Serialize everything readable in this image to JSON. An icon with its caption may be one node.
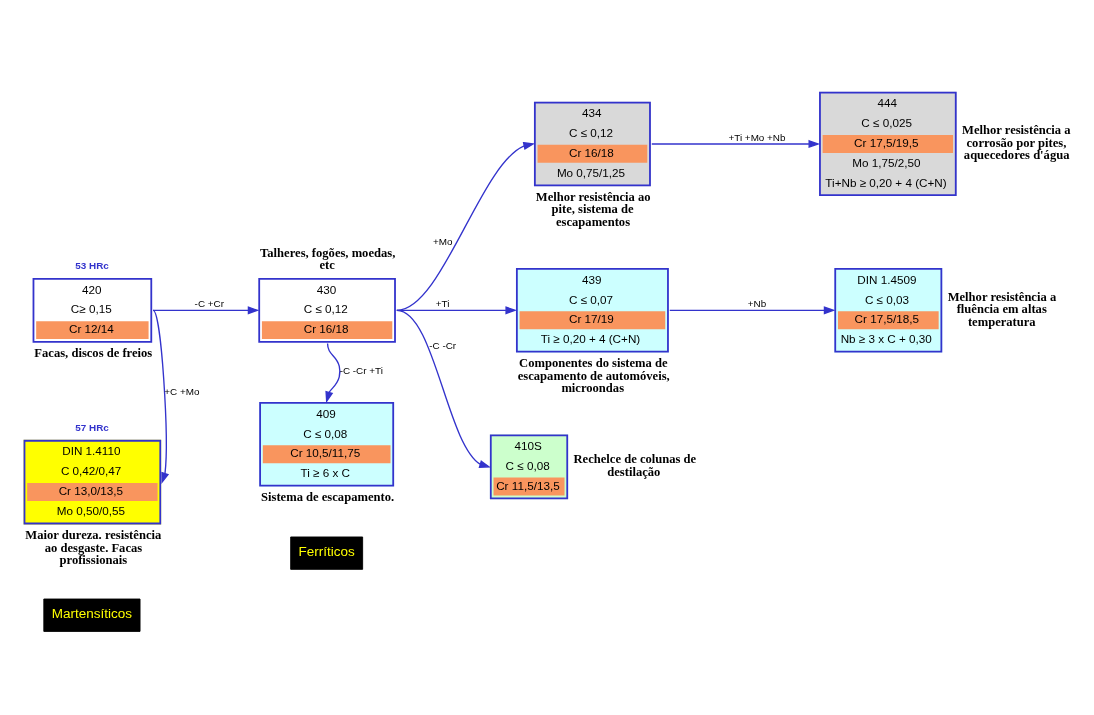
{
  "diagram": {
    "nodes": [
      {
        "text": [
          "420",
          "C≥ 0,15",
          "Cr 12/14"
        ],
        "beside": [
          "53 HRc",
          "Facas, discos de freios"
        ]
      },
      {
        "text": [
          "DIN 1.4110",
          "C 0,42/0,47",
          "Cr 13,0/13,5",
          "Mo 0,50/0,55"
        ],
        "beside": [
          "57 HRc",
          "Maior dureza. resistência ao desgaste. Facas profissionais"
        ]
      },
      {
        "text": [
          "430",
          "C ≤ 0,12",
          "Cr 16/18"
        ],
        "beside": [
          "Talheres, fogões, moedas, etc"
        ]
      },
      {
        "text": [
          "434",
          "C ≤ 0,12",
          "Cr 16/18",
          "Mo 0,75/1,25"
        ],
        "beside": [
          "Melhor resistência ao pite, sistema de escapamentos"
        ]
      },
      {
        "text": [
          "444",
          "C ≤ 0,025",
          "Cr 17,5/19,5",
          "Mo 1,75/2,50",
          "Ti+Nb ≥ 0,20 + 4 (C+N)"
        ],
        "beside": [
          "Melhor resistência a corrosão por pites, aquecedores d'água"
        ]
      },
      {
        "text": [
          "439",
          "C ≤ 0,07",
          "Cr 17/19",
          "Ti ≥ 0,20 + 4 (C+N)"
        ],
        "beside": [
          "Componentes do sistema de escapamento de automóveis, microondas"
        ]
      },
      {
        "text": [
          "DIN 1.4509",
          "C ≤ 0,03",
          "Cr 17,5/18,5",
          "Nb ≥ 3 x C + 0,30"
        ],
        "beside": [
          "Melhor resistência a fluência em altas temperatura"
        ]
      },
      {
        "text": [
          "409",
          "C ≤ 0,08",
          "Cr 10,5/11,75",
          "Ti ≥ 6 x C"
        ],
        "beside": [
          "Sistema de escapamento."
        ]
      },
      {
        "text": [
          "410S",
          "C ≤ 0,08",
          "Cr 11,5/13,5"
        ],
        "beside": [
          "Rechelce de colunas de destilação"
        ]
      }
    ],
    "edges": [
      {
        "from": 0,
        "to": 2,
        "arrow": "to",
        "label": "-C +Cr"
      },
      {
        "from": 0,
        "to": 1,
        "arrow": "to",
        "label": "+C +Mo"
      },
      {
        "from": 2,
        "to": 3,
        "arrow": "to",
        "label": "+Mo"
      },
      {
        "from": 3,
        "to": 4,
        "arrow": "to",
        "label": "+Ti +Mo +Nb"
      },
      {
        "from": 2,
        "to": 5,
        "arrow": "to",
        "label": "+Ti"
      },
      {
        "from": 5,
        "to": 6,
        "arrow": "to",
        "label": "+Nb"
      },
      {
        "from": 2,
        "to": 7,
        "arrow": "to",
        "label": "-C -Cr +Ti"
      },
      {
        "from": 2,
        "to": 8,
        "arrow": "to",
        "label": "-C -Cr"
      }
    ],
    "labels": [
      "Martensíticos",
      "Ferríticos"
    ]
  }
}
